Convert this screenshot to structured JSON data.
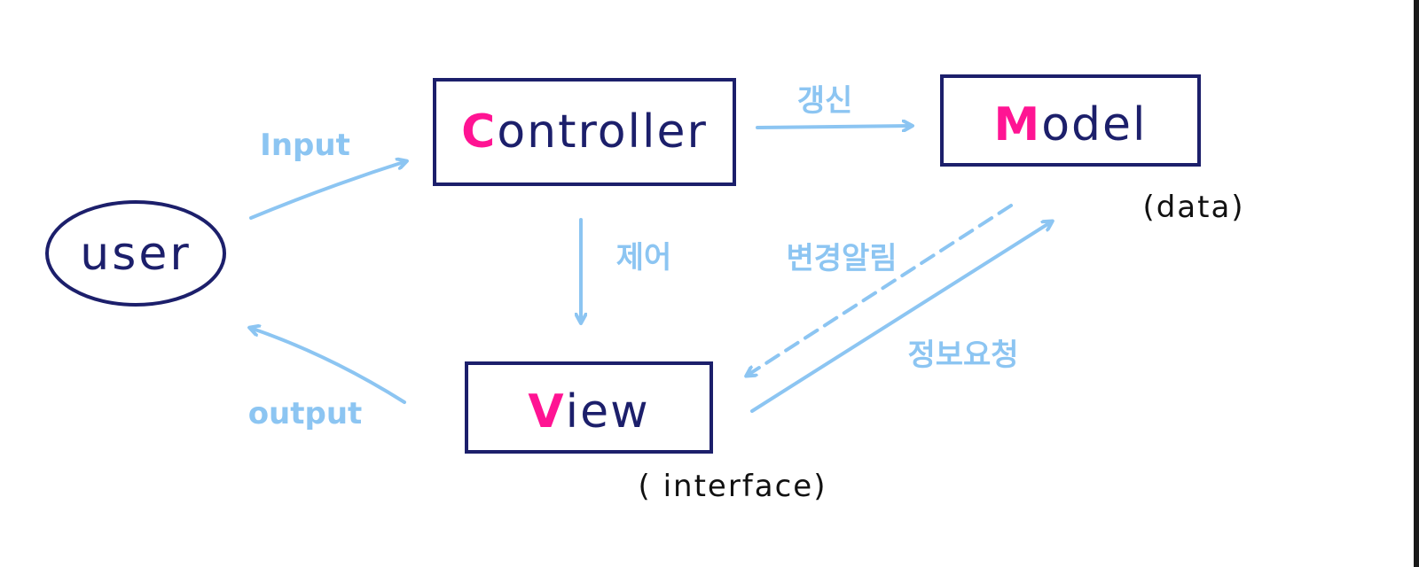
{
  "diagram": {
    "nodes": {
      "user": {
        "label": "user"
      },
      "controller": {
        "initial": "C",
        "rest": "ontroller"
      },
      "model": {
        "initial": "M",
        "rest": "odel",
        "sublabel": "(data)"
      },
      "view": {
        "initial": "V",
        "rest": "iew",
        "sublabel": "( interface)"
      }
    },
    "edges": {
      "input": "Input",
      "update": "갱신",
      "control": "제어",
      "change_notify": "변경알림",
      "info_request": "정보요청",
      "output": "output"
    }
  },
  "colors": {
    "box_stroke": "#1c1f6b",
    "accent_initial": "#ff1493",
    "arrow": "#8cc5f2",
    "sublabel": "#111111"
  }
}
